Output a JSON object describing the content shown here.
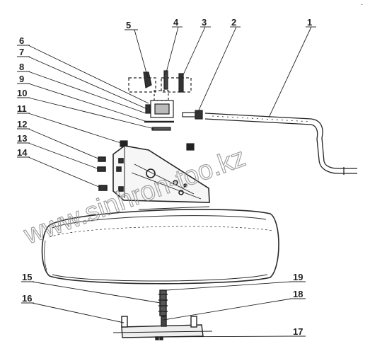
{
  "diagram": {
    "callouts": [
      "1",
      "2",
      "3",
      "4",
      "5",
      "6",
      "7",
      "8",
      "9",
      "10",
      "11",
      "12",
      "13",
      "14",
      "15",
      "16",
      "17",
      "18",
      "19"
    ],
    "watermark": "www.sinhron-too.kz",
    "corner_mark": "ˆ"
  }
}
